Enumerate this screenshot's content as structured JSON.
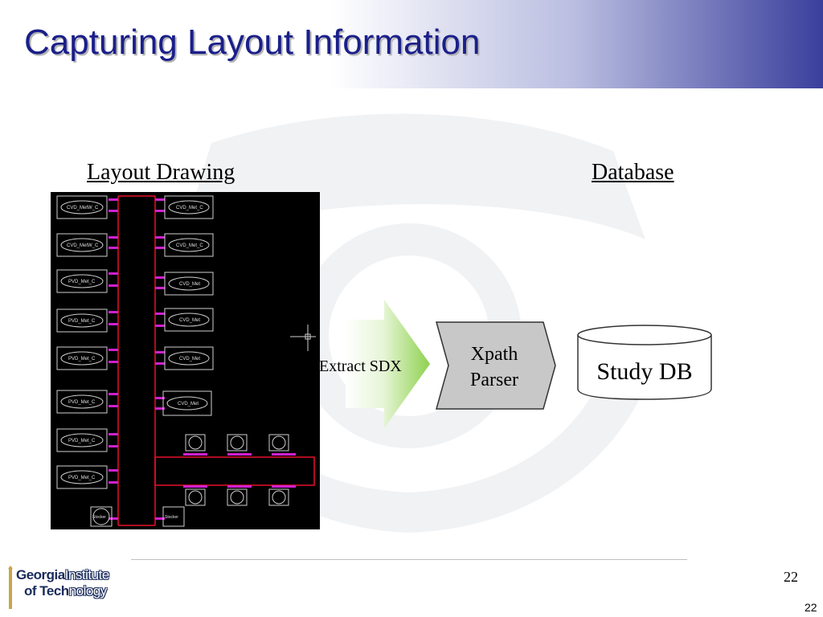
{
  "slide": {
    "title": "Capturing Layout Information",
    "page_number": "22",
    "page_number_footer": "22"
  },
  "diagram": {
    "layout_heading": "Layout Drawing",
    "database_heading": "Database",
    "arrow_label": "Extract SDX",
    "parser_label_line1": "Xpath",
    "parser_label_line2": "Parser",
    "db_label": "Study DB"
  },
  "schematic": {
    "left_blocks": [
      "CVD_MetW_C",
      "CVD_MetW_C",
      "PVD_Met_C",
      "PVD_Met_C",
      "PVD_Met_C",
      "PVD_Met_C",
      "PVD_Met_C",
      "PVD_Met_C"
    ],
    "right_blocks": [
      "CVD_Met_C",
      "CVD_Met_C",
      "CVD_Met",
      "CVD_Met",
      "CVD_Met",
      "CVD_Met"
    ],
    "bottom_left_block": "Stocker",
    "bottom_right_block": "Stocker"
  },
  "logo": {
    "line1_bold": "Georgia",
    "line1_light": "Institute",
    "line2_bold": "of Tech",
    "line2_light": "nology"
  },
  "colors": {
    "title": "#1a1f8a",
    "arrow": "#8fd14f",
    "parser_fill": "#c8c8c8",
    "schematic_bg": "#000000",
    "schematic_wire": "#e8102a",
    "schematic_port": "#d020d0"
  }
}
